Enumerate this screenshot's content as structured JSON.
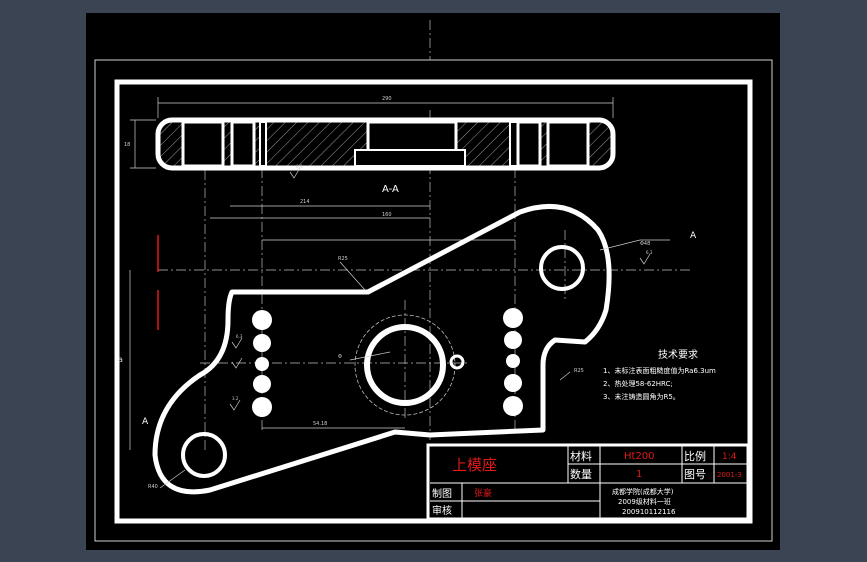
{
  "colors": {
    "background": "#3a4452",
    "paper": "#000000",
    "line": "#ffffff",
    "accent_red": "#e01818",
    "dim_line": "#bfbfbf"
  },
  "drawing": {
    "section_label": "A-A",
    "section_marker_top": "A",
    "section_marker_left": "A",
    "dimensions": {
      "overall_width": "290",
      "top_left_height": "18",
      "hole_dim_upper": "214",
      "hole_dim_mid": "160",
      "hole_dim_lower": "54.18",
      "radius_upper": "R25",
      "radius_right": "R25",
      "radius_left": "R40",
      "diameter_right": "Φ48",
      "diameter_center": "Φ",
      "vertical_left": "a",
      "roughness_1": "6.3",
      "roughness_2": "6.3",
      "roughness_3": "6.3",
      "roughness_4": "3.2"
    }
  },
  "tech_requirements": {
    "title": "技术要求",
    "items": [
      "1、未标注表面粗糙度值为Ra6.3um",
      "2、热处理58-62HRC;",
      "3、未注铸造圆角为R5。"
    ]
  },
  "title_block": {
    "part_name": "上模座",
    "material_label": "材料",
    "material_value": "Ht200",
    "scale_label": "比例",
    "scale_value": "1:4",
    "quantity_label": "数量",
    "quantity_value": "1",
    "drawing_no_label": "图号",
    "drawing_no_value": "2001-3",
    "drawn_label": "制图",
    "drawn_value": "张豪",
    "review_label": "审核",
    "org_line1": "成都学院(成都大学)",
    "org_line2": "2009级材料一班",
    "org_line3": "200910112116"
  }
}
